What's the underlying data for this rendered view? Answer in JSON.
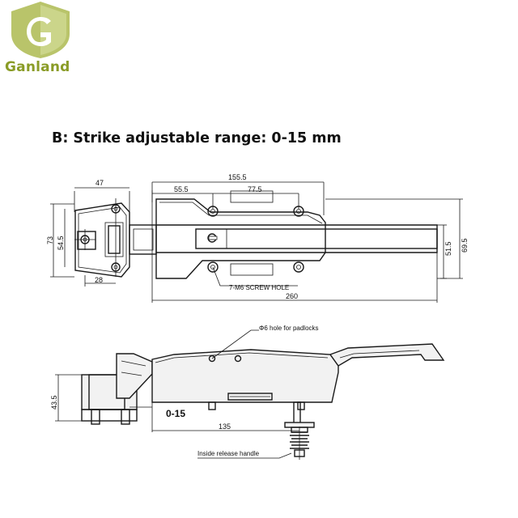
{
  "brand": {
    "name": "Ganland",
    "accent_color": "#8a9c27",
    "logo_icon": "shield-g-logo-icon"
  },
  "headline": "B: Strike adjustable range: 0-15 mm",
  "top_view": {
    "dims": {
      "strike_width": "47",
      "strike_height": "73",
      "strike_hole_spacing": "54.5",
      "strike_base": "28",
      "overall_hole_span": "155.5",
      "offset_left": "55.5",
      "hole_pitch": "77.5",
      "overall_length": "260",
      "height_inner": "51.5",
      "height_outer": "69.5"
    },
    "screw_note": "7-M6 SCREW HOLE"
  },
  "side_view": {
    "padlock_note": "Φ6 hole for padlocks",
    "strike_height": "43.5",
    "adjust_range": "0-15",
    "handle_offset": "135",
    "release_note": "Inside release handle"
  }
}
